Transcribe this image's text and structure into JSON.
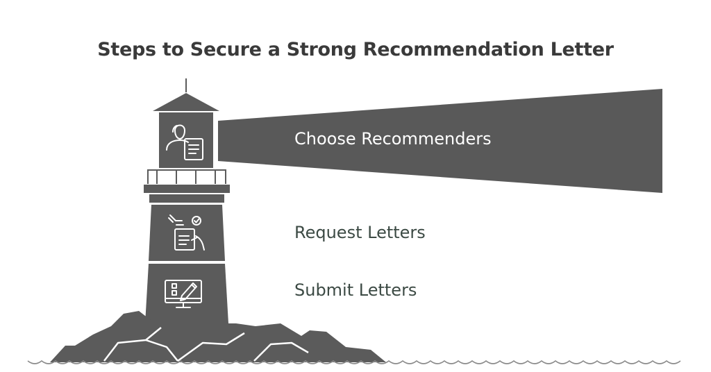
{
  "title": "Steps to Secure a Strong Recommendation Letter",
  "steps": [
    {
      "label": "Choose Recommenders",
      "icon": "recommender-document-icon"
    },
    {
      "label": "Request Letters",
      "icon": "signed-checklist-icon"
    },
    {
      "label": "Submit Letters",
      "icon": "monitor-edit-icon"
    }
  ],
  "colors": {
    "lighthouse": "#5b5b5b",
    "beam": "#595959",
    "title": "#3a3a3a",
    "label": "#3c4a44",
    "waves": "#8a8a8a"
  }
}
